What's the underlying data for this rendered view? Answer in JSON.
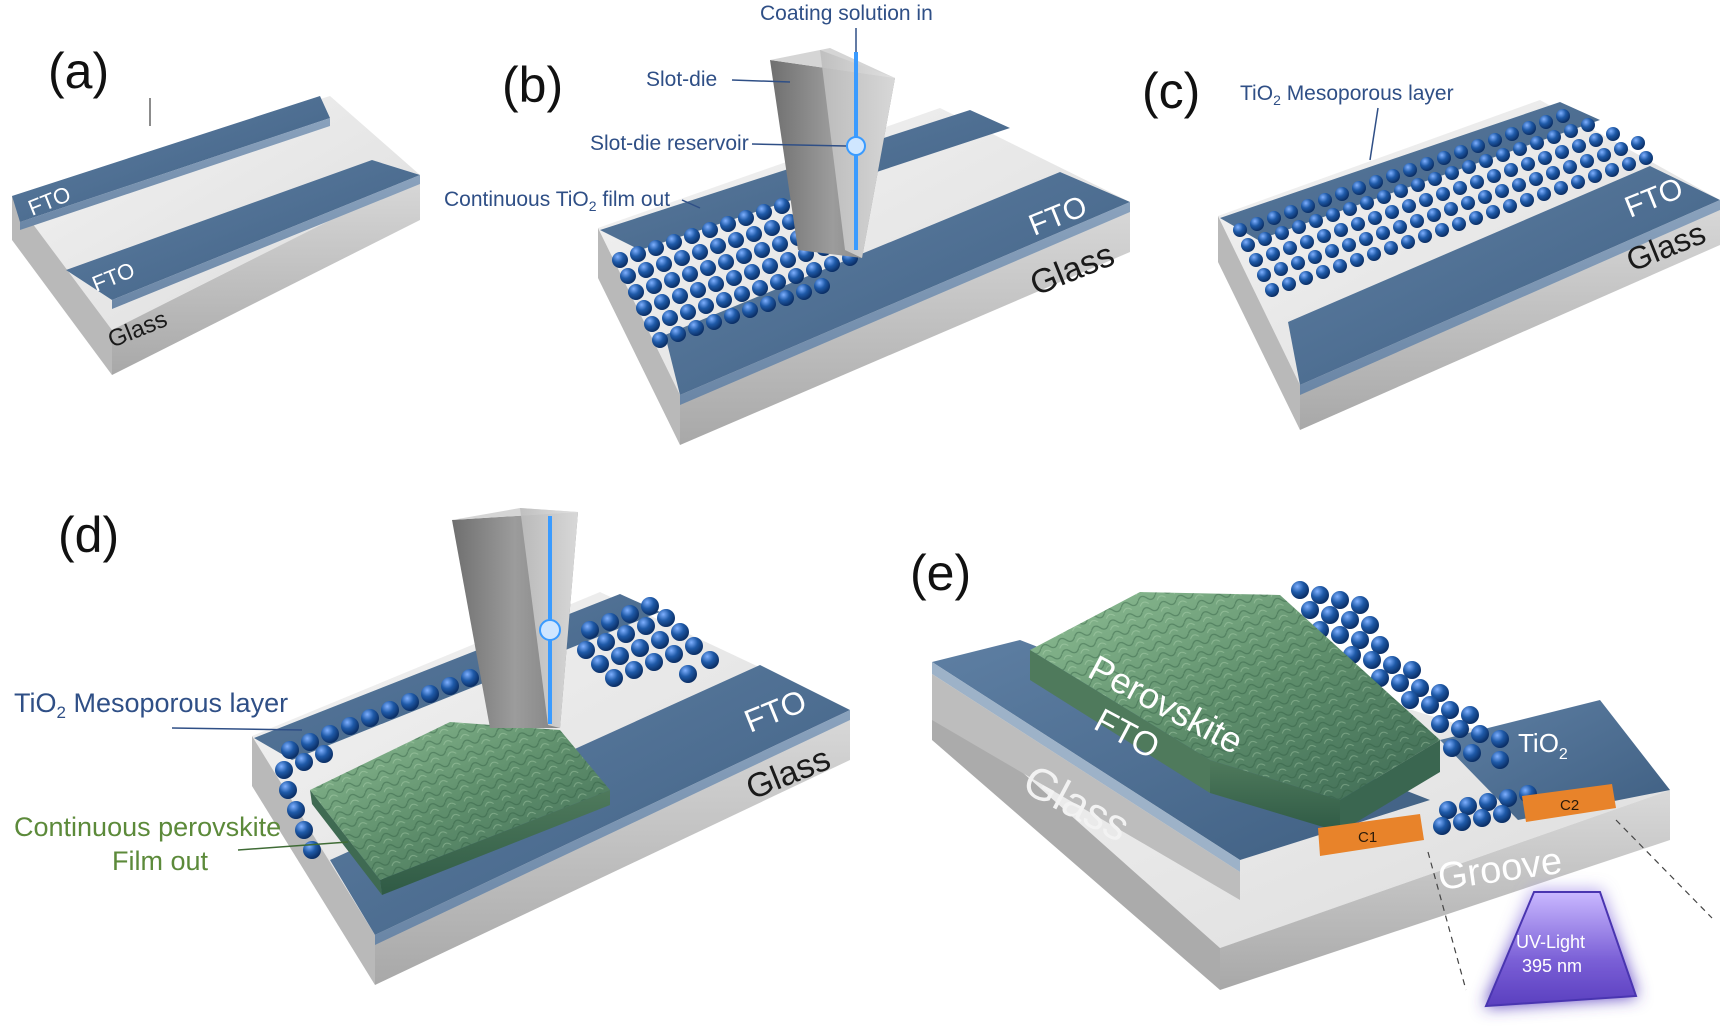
{
  "panels": {
    "a": {
      "label": "(a)",
      "fto_1": "FTO",
      "fto_2": "FTO",
      "glass": "Glass"
    },
    "b": {
      "label": "(b)",
      "coating_solution": "Coating solution in",
      "slot_die": "Slot-die",
      "slot_die_reservoir": "Slot-die reservoir",
      "film_out_pre": "Continuous TiO",
      "film_out_sub": "2",
      "film_out_post": " film out",
      "fto": "FTO",
      "glass": "Glass"
    },
    "c": {
      "label": "(c)",
      "layer_pre": "TiO",
      "layer_sub": "2",
      "layer_post": " Mesoporous layer",
      "fto": "FTO",
      "glass": "Glass"
    },
    "d": {
      "label": "(d)",
      "layer_pre": "TiO",
      "layer_sub": "2",
      "layer_post": " Mesoporous layer",
      "perovskite_line1": "Continuous perovskite",
      "perovskite_line2": "Film out",
      "fto": "FTO",
      "glass": "Glass"
    },
    "e": {
      "label": "(e)",
      "perovskite": "Perovskite",
      "fto": "FTO",
      "glass": "Glass",
      "tio2_pre": "TiO",
      "tio2_sub": "2",
      "c1": "C1",
      "c2": "C2",
      "groove": "Groove",
      "uv_line1": "UV-Light",
      "uv_line2": "395 nm"
    }
  },
  "colors": {
    "fto": "#4d6d90",
    "glass": "#c8c8c8",
    "sphere": "#1f5aa8",
    "perovskite": "#6f9c7c",
    "slot_die": "#8f8f8f",
    "contact": "#e8832a",
    "uv": "#7a5fd6",
    "annotation": "#2f4f86"
  }
}
